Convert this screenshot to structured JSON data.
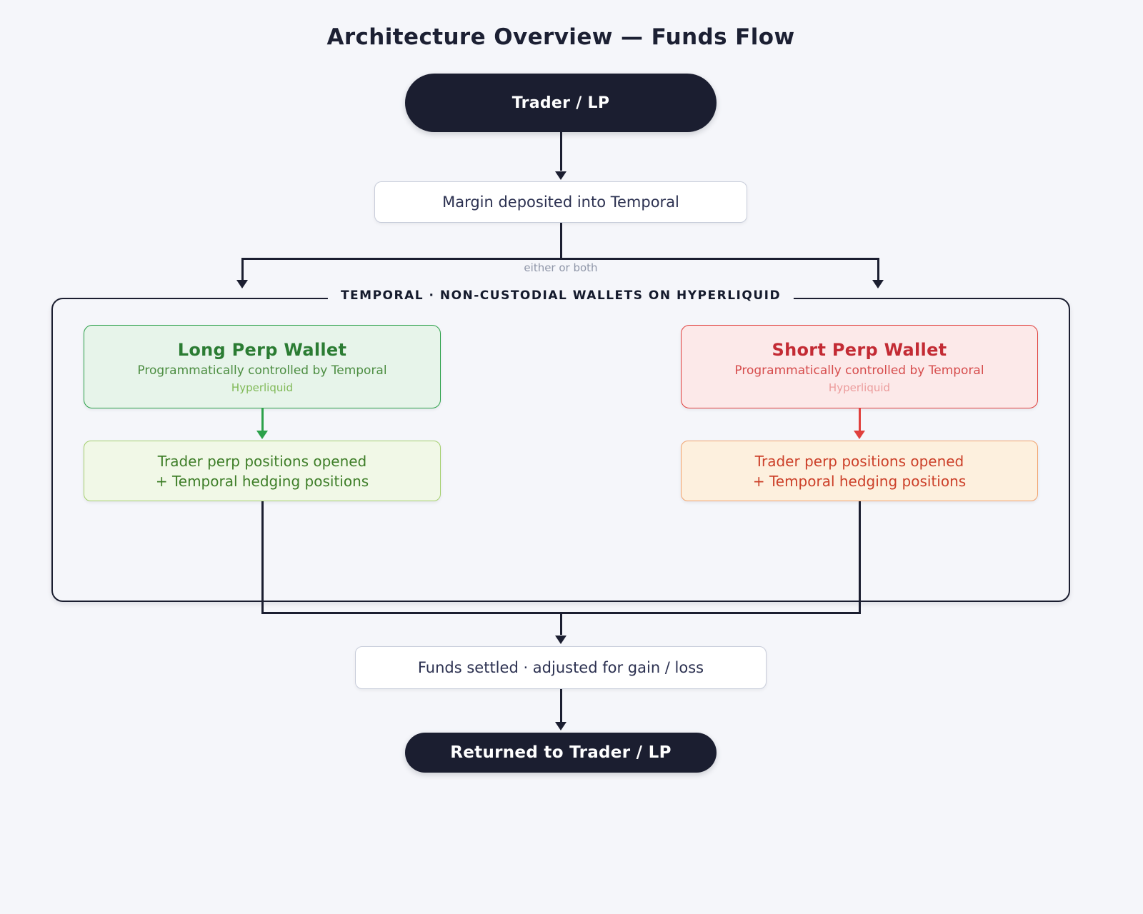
{
  "title": "Architecture Overview — Funds Flow",
  "flow": {
    "trader": "Trader / LP",
    "margin": "Margin deposited into Temporal",
    "branch_hint": "either or both",
    "container_label": "TEMPORAL · NON-CUSTODIAL WALLETS ON HYPERLIQUID",
    "long_wallet": {
      "title": "Long Perp Wallet",
      "subtitle": "Programmatically controlled by Temporal",
      "platform": "Hyperliquid"
    },
    "short_wallet": {
      "title": "Short Perp Wallet",
      "subtitle": "Programmatically controlled by Temporal",
      "platform": "Hyperliquid"
    },
    "long_positions": {
      "line1": "Trader perp positions opened",
      "line2": "+ Temporal hedging positions"
    },
    "short_positions": {
      "line1": "Trader perp positions opened",
      "line2": "+ Temporal hedging positions"
    },
    "settlement": "Funds settled · adjusted for gain / loss",
    "returned": "Returned to Trader / LP"
  },
  "colors": {
    "background": "#f5f6fa",
    "ink": "#1b1e30",
    "neutral_border": "#c8cdda",
    "hint_text": "#8f96a8",
    "long_accent": "#2ca14a",
    "long_fill": "#e7f4ea",
    "long_positions_fill": "#f1f8e7",
    "long_positions_border": "#a6d06f",
    "short_accent": "#e0403d",
    "short_fill": "#fce9e9",
    "short_positions_fill": "#fdf0de",
    "short_positions_border": "#f1a36f"
  }
}
